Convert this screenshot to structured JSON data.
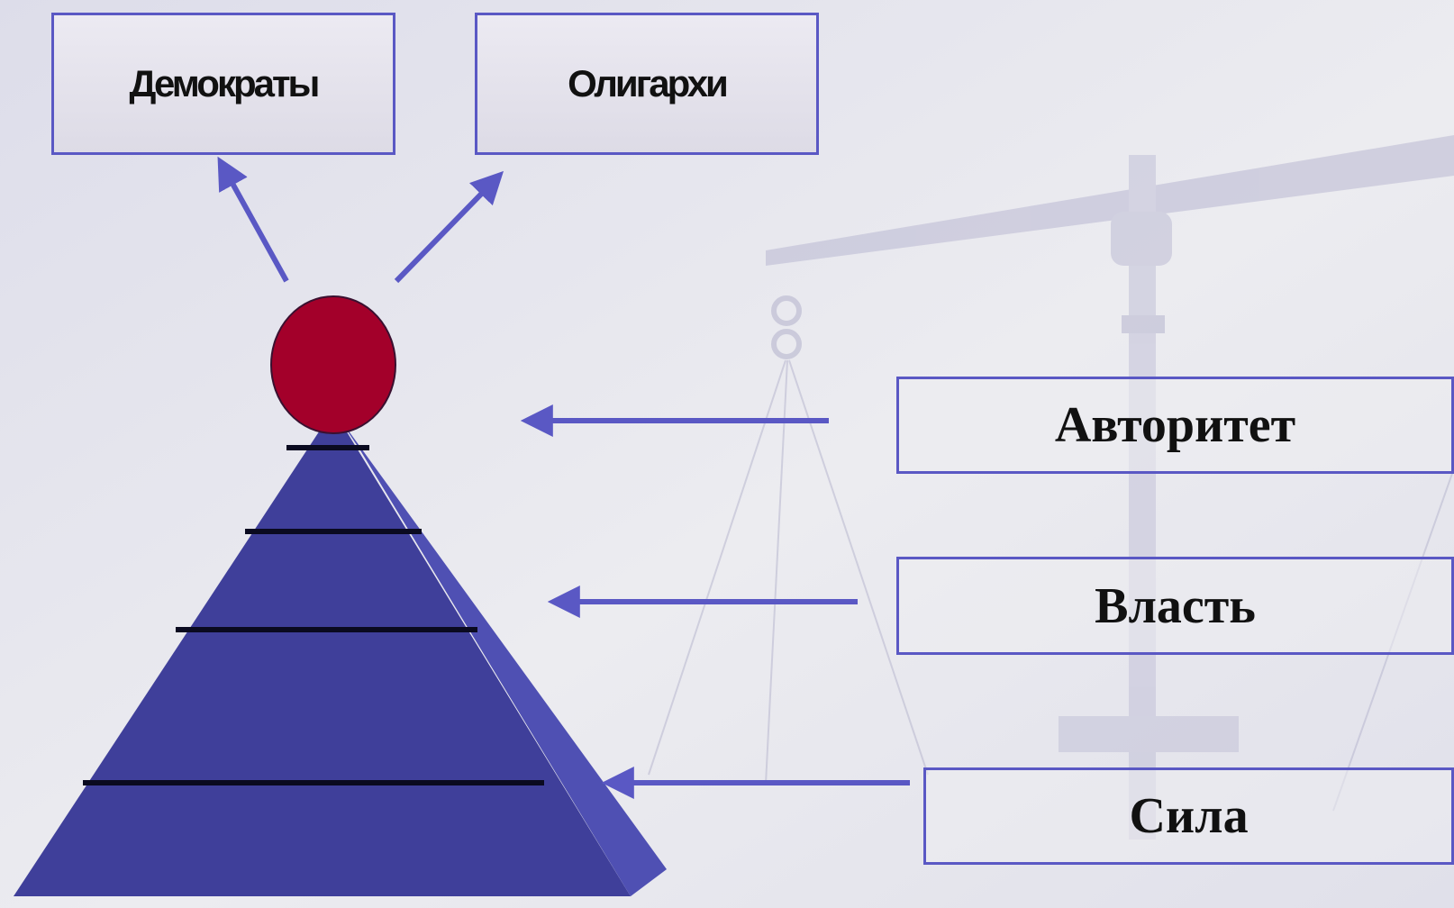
{
  "top_boxes": {
    "democrats": "Демократы",
    "oligarchs": "Олигархи"
  },
  "right_boxes": {
    "authority": "Авторитет",
    "power": "Власть",
    "force": "Сила"
  },
  "colors": {
    "box_border": "#5a58c4",
    "arrow": "#5a58c4",
    "pyramid_front": "#3f3f9a",
    "pyramid_side": "#4f50b3",
    "circle": "#a3002a",
    "background": "#e6e6ec"
  },
  "background_image": "scales-of-justice-watermark"
}
